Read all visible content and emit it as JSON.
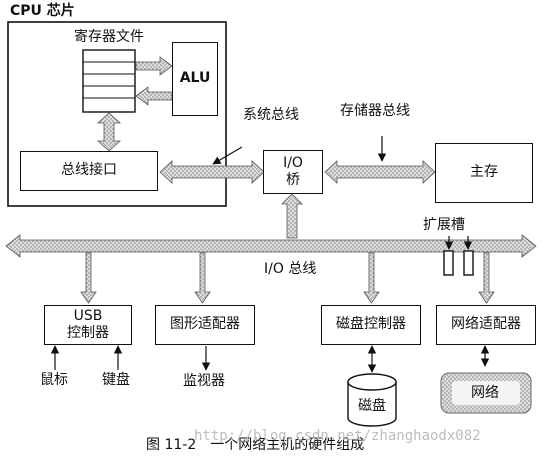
{
  "cpu": {
    "label": "CPU 芯片",
    "register_file": "寄存器文件",
    "alu": "ALU",
    "bus_interface": "总线接口"
  },
  "buses": {
    "system_bus": "系统总线",
    "memory_bus": "存储器总线",
    "io_bus": "I/O 总线",
    "expansion_slots": "扩展槽"
  },
  "io_bridge": {
    "line1": "I/O",
    "line2": "桥"
  },
  "main_memory": "主存",
  "usb": {
    "line1": "USB",
    "line2": "控制器"
  },
  "graphics_adapter": "图形适配器",
  "disk_controller": "磁盘控制器",
  "network_adapter": "网络适配器",
  "mouse": "鼠标",
  "keyboard": "键盘",
  "monitor": "监视器",
  "disk": "磁盘",
  "network": "网络",
  "caption": "图 11-2　一个网络主机的硬件组成",
  "watermark": "http://blog.csdn.net/zhanghaodx082"
}
